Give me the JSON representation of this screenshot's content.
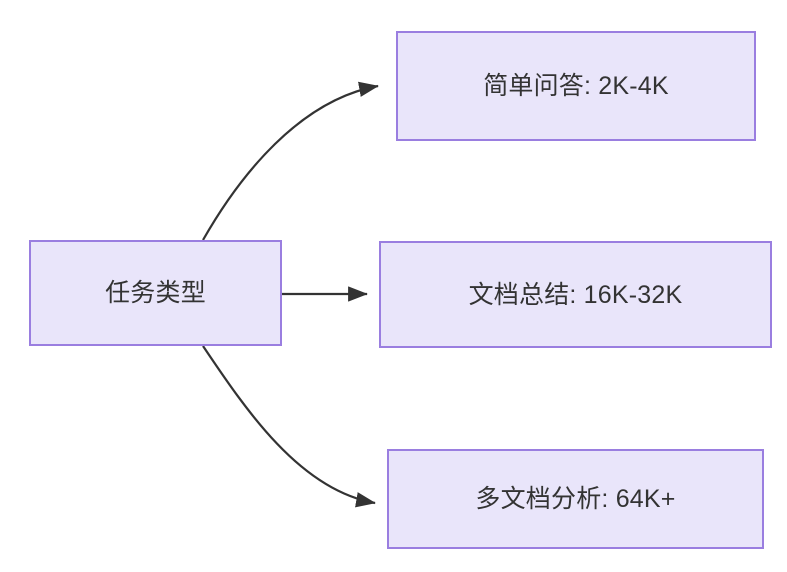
{
  "diagram": {
    "type": "flowchart",
    "direction": "left-to-right",
    "background_color": "#ffffff",
    "node_fill_color": "#e9e5fa",
    "node_border_color": "#9a7ee0",
    "node_text_color": "#333333",
    "edge_color": "#333333",
    "nodes": [
      {
        "id": "source",
        "label": "任务类型"
      },
      {
        "id": "simple-qa",
        "label": "简单问答: 2K-4K"
      },
      {
        "id": "doc-summary",
        "label": "文档总结: 16K-32K"
      },
      {
        "id": "multi-doc",
        "label": "多文档分析: 64K+"
      }
    ],
    "edges": [
      {
        "id": "edge-source-simple-qa",
        "from": "任务类型",
        "to": "简单问答: 2K-4K",
        "style": "curved-arrow"
      },
      {
        "id": "edge-source-doc-summary",
        "from": "任务类型",
        "to": "文档总结: 16K-32K",
        "style": "straight-arrow"
      },
      {
        "id": "edge-source-multi-doc",
        "from": "任务类型",
        "to": "多文档分析: 64K+",
        "style": "curved-arrow"
      }
    ]
  }
}
